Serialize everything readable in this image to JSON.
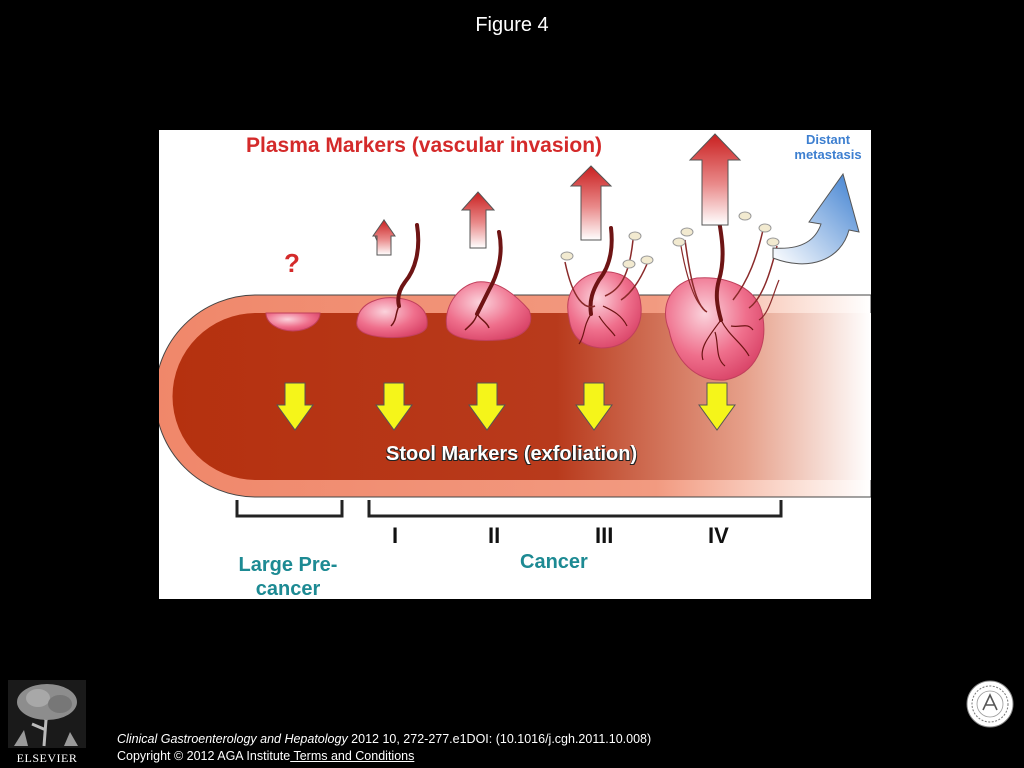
{
  "slide": {
    "title": "Figure 4"
  },
  "diagram": {
    "plasma_label": "Plasma Markers (vascular invasion)",
    "distant_label": "Distant metastasis",
    "question_mark": "?",
    "stool_label": "Stool Markers (exfoliation)",
    "stages": [
      "I",
      "II",
      "III",
      "IV"
    ],
    "precancer_label": "Large Pre-cancer",
    "cancer_label": "Cancer",
    "colors": {
      "title_red": "#d42a2a",
      "teal": "#1d8a93",
      "lumen": "#b5310f",
      "wall": "#f0876a",
      "arrow_yellow": "#f5f51a",
      "metastasis_blue": "#3d7fd0"
    }
  },
  "footer": {
    "journal": "Clinical Gastroenterology and Hepatology",
    "citation": " 2012 10, 272-277.e1DOI: (10.1016/j.cgh.2011.10.008)",
    "copyright": "Copyright © 2012 AGA Institute",
    "terms_link": " Terms and Conditions",
    "publisher": "ELSEVIER",
    "logos": [
      "elsevier-tree-logo",
      "aga-seal-logo"
    ]
  }
}
